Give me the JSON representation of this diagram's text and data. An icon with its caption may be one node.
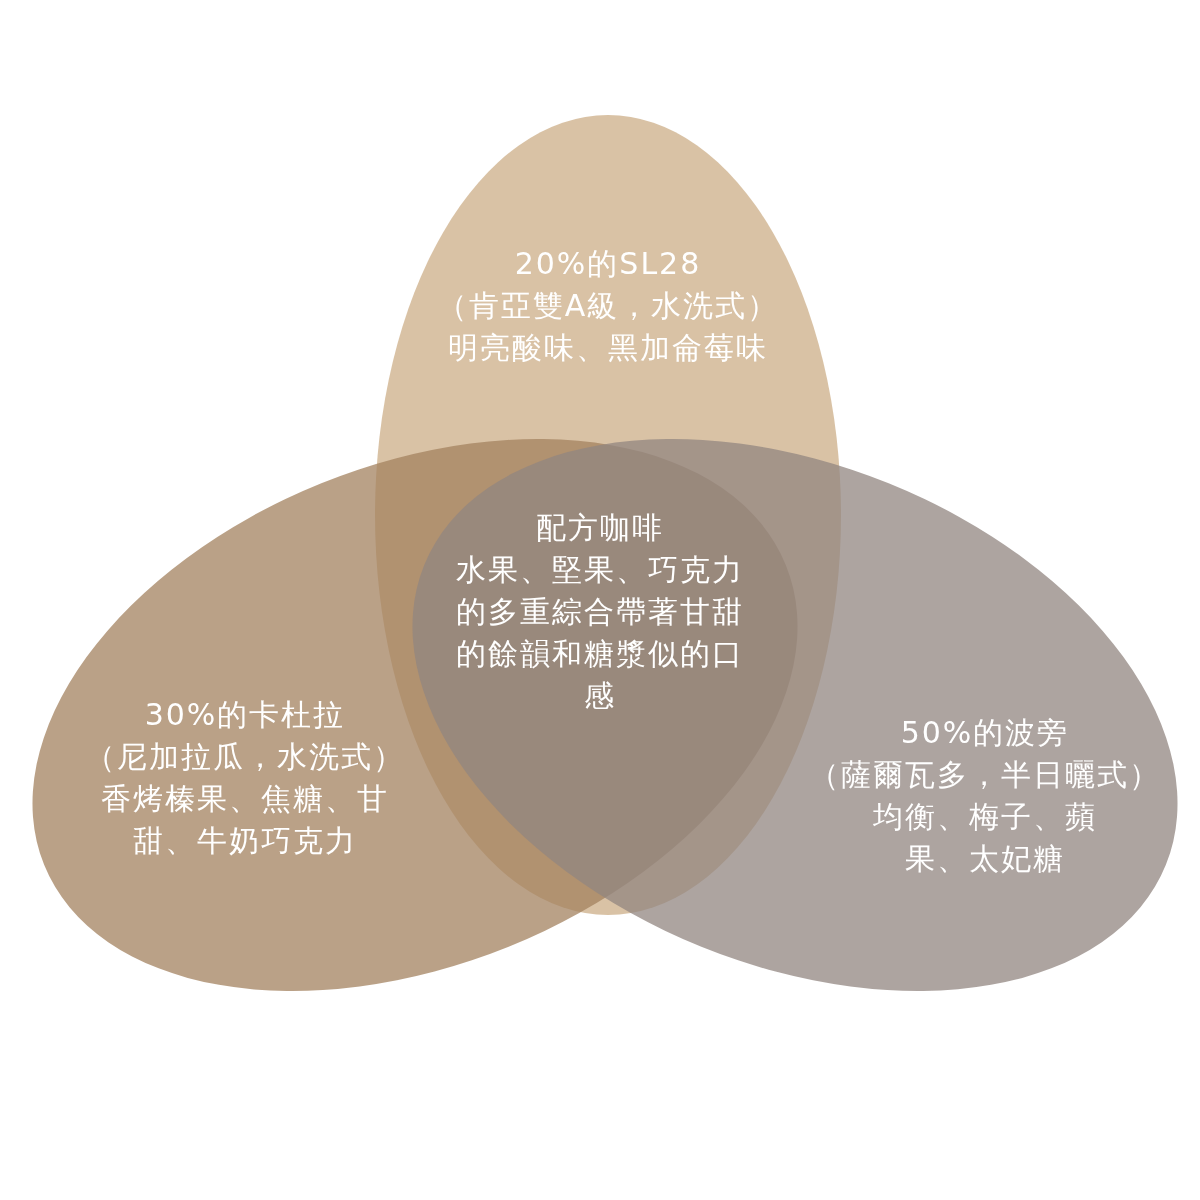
{
  "diagram": {
    "nodes": [
      {
        "text": [
          "20%的SL28",
          "（肯亞雙A級，水洗式）",
          "明亮酸味、黑加侖莓味"
        ]
      },
      {
        "text": [
          "30%的卡杜拉",
          "（尼加拉瓜，水洗式）",
          "香烤榛果、焦糖、甘甜、牛奶巧克力"
        ]
      },
      {
        "text": [
          "50%的波旁",
          "（薩爾瓦多，半日曬式）",
          "均衡、梅子、蘋果、太妃糖"
        ]
      }
    ],
    "labels": [
      "配方咖啡",
      "水果、堅果、巧克力的多重綜合帶著甘甜的餘韻和糖漿似的口感"
    ]
  }
}
